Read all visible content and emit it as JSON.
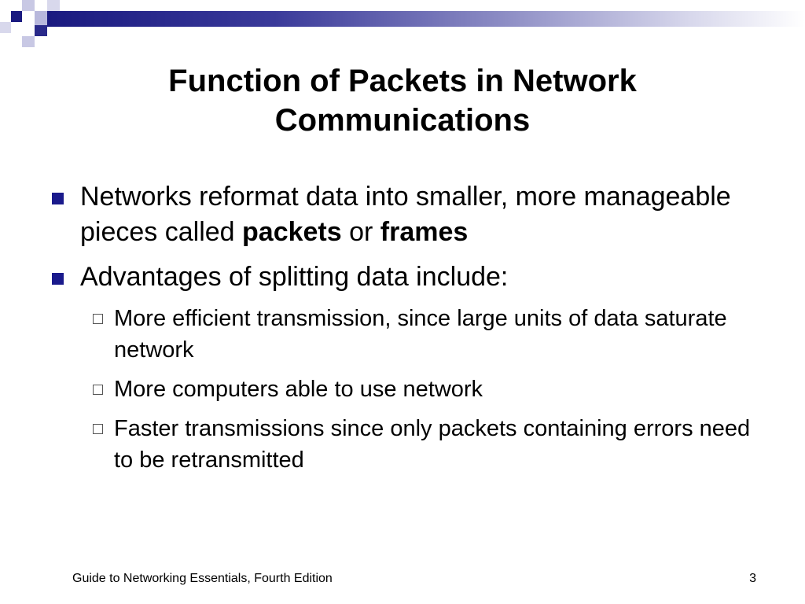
{
  "slide": {
    "title": "Function of Packets in Network Communications",
    "bullets": [
      {
        "parts": [
          {
            "text": "Networks reformat data into smaller, more manageable pieces called ",
            "bold": false
          },
          {
            "text": "packets",
            "bold": true
          },
          {
            "text": " or ",
            "bold": false
          },
          {
            "text": "frames",
            "bold": true
          }
        ]
      },
      {
        "parts": [
          {
            "text": "Advantages of splitting data include:",
            "bold": false
          }
        ],
        "sub_bullets": [
          "More efficient transmission, since large units of data saturate network",
          "More computers able to use network",
          "Faster transmissions since only packets containing errors need to be retransmitted"
        ]
      }
    ],
    "footer": "Guide to Networking Essentials, Fourth Edition",
    "page_number": "3"
  },
  "colors": {
    "bullet_square": "#1a1a8c",
    "header_dark": "#1a1a80",
    "header_light": "#b8b8dc"
  }
}
